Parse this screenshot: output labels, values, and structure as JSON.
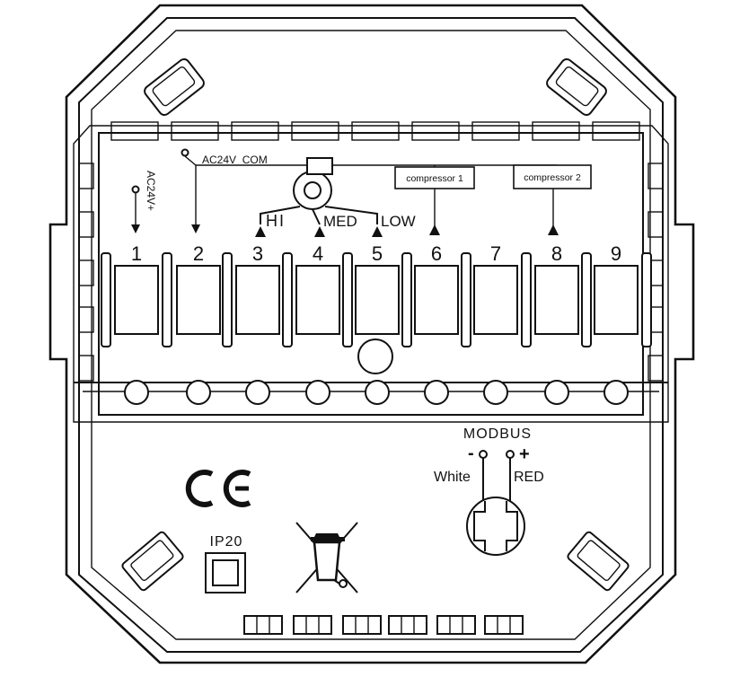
{
  "terminals": [
    "1",
    "2",
    "3",
    "4",
    "5",
    "6",
    "7",
    "8",
    "9"
  ],
  "labels": {
    "power_in": "AC24V+",
    "common": "AC24V_COM",
    "fan_high": "HI",
    "fan_medium": "MED",
    "fan_low": "LOW",
    "compressor_1": "compressor 1",
    "compressor_2": "compressor 2"
  },
  "modbus": {
    "title": "MODBUS",
    "minus": "-",
    "plus": "+",
    "minus_wire": "White",
    "plus_wire": "RED"
  },
  "ce_mark": "CE",
  "ip_rating": "IP20",
  "symbols": [
    "fan-icon",
    "double-insulation-icon",
    "weee-crossed-bin-icon",
    "ce-mark-icon"
  ]
}
